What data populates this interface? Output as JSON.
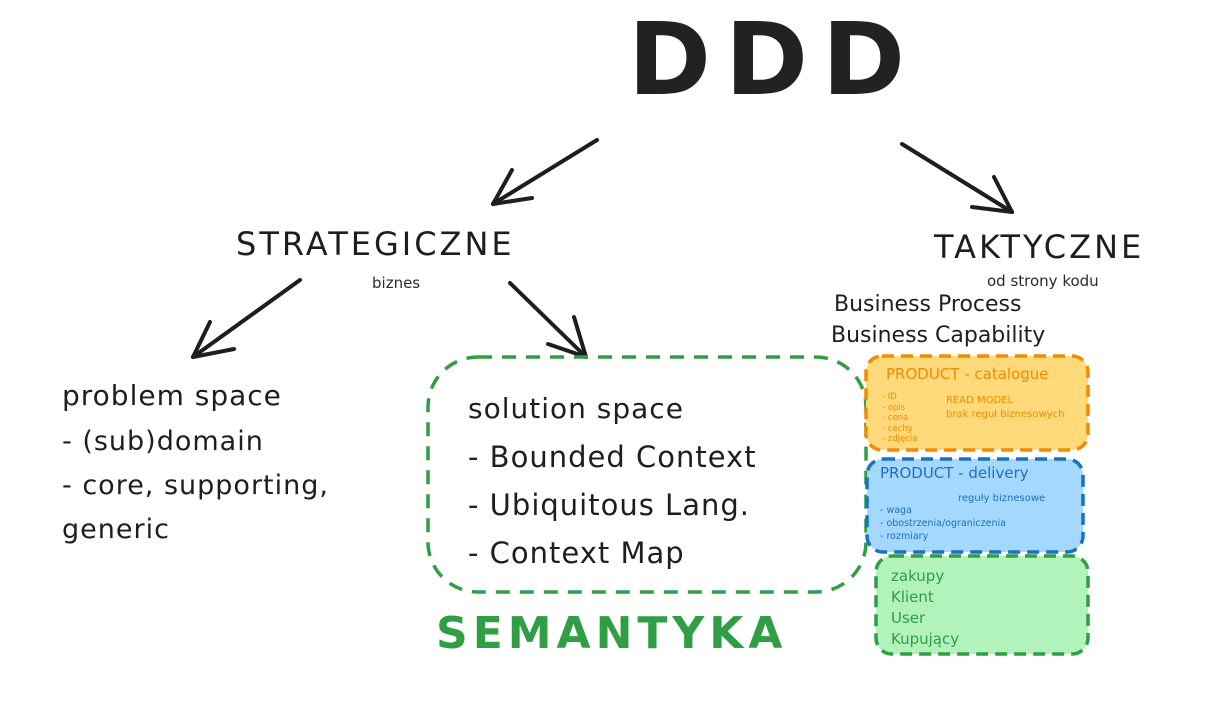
{
  "title": "DDD",
  "strategic": {
    "heading": "STRATEGICZNE",
    "subtitle": "biznes",
    "problem_space": {
      "title": "problem space",
      "items": [
        "- (sub)domain",
        "- core, supporting,",
        "generic"
      ]
    },
    "solution_space": {
      "title": "solution space",
      "items": [
        "- Bounded Context",
        "- Ubiquitous Lang.",
        "- Context Map"
      ]
    },
    "semantics_label": "SEMANTYKA"
  },
  "tactical": {
    "heading": "TAKTYCZNE",
    "subtitle": "od strony kodu",
    "notes": [
      "Business Process",
      "Business Capability"
    ],
    "boxes": [
      {
        "title": "PRODUCT - catalogue",
        "fields": [
          "- ID",
          "- opis",
          "- cena",
          "- cechy",
          "- zdjęcia"
        ],
        "notes": [
          "READ MODEL",
          "brak reguł biznesowych"
        ],
        "color": "#f08c00",
        "fill": "#ffd97a"
      },
      {
        "title": "PRODUCT - delivery",
        "fields": [
          "- waga",
          "- obostrzenia/ograniczenia",
          "- rozmiary"
        ],
        "notes": [
          "reguły biznesowe"
        ],
        "color": "#1971c2",
        "fill": "#a5d8ff"
      },
      {
        "title": "",
        "fields": [
          "zakupy",
          "Klient",
          "User",
          "Kupujący"
        ],
        "notes": [],
        "color": "#2f9e44",
        "fill": "#b2f2bb"
      }
    ]
  },
  "colors": {
    "ink": "#1e1e1e",
    "green": "#2f9e44",
    "orange": "#f08c00",
    "blue": "#1971c2"
  }
}
